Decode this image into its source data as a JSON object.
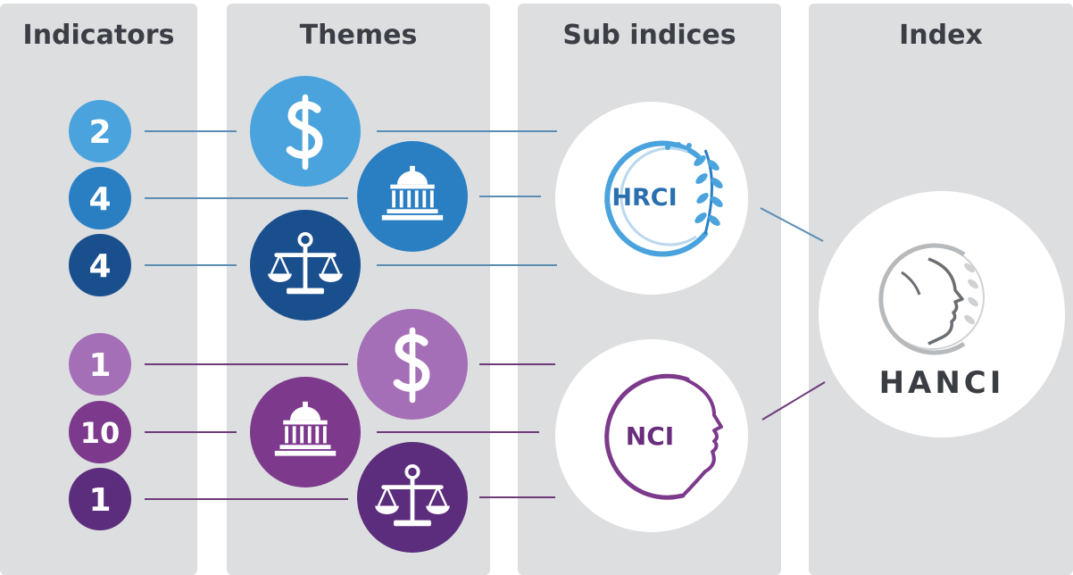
{
  "columns": {
    "indicators": "Indicators",
    "themes": "Themes",
    "sub_indices": "Sub indices",
    "index": "Index"
  },
  "colors": {
    "panel": "#dcdee0",
    "hrci_light": "#4aa3dc",
    "hrci_mid": "#2a7fc3",
    "hrci_dark": "#1a4f8e",
    "nci_light": "#a46fb6",
    "nci_mid": "#7d3a8c",
    "nci_dark": "#5b2d7c",
    "line_blue": "#5b8db3",
    "line_purple": "#6d3b78"
  },
  "indicators": [
    {
      "value": "2"
    },
    {
      "value": "4"
    },
    {
      "value": "4"
    },
    {
      "value": "1"
    },
    {
      "value": "10"
    },
    {
      "value": "1"
    }
  ],
  "themes": [
    {
      "icon": "dollar-icon"
    },
    {
      "icon": "capitol-building-icon"
    },
    {
      "icon": "scales-of-justice-icon"
    },
    {
      "icon": "dollar-icon"
    },
    {
      "icon": "capitol-building-icon"
    },
    {
      "icon": "scales-of-justice-icon"
    }
  ],
  "sub_indices": {
    "hrci": "HRCI",
    "nci": "NCI"
  },
  "index": {
    "label": "HANCI"
  }
}
